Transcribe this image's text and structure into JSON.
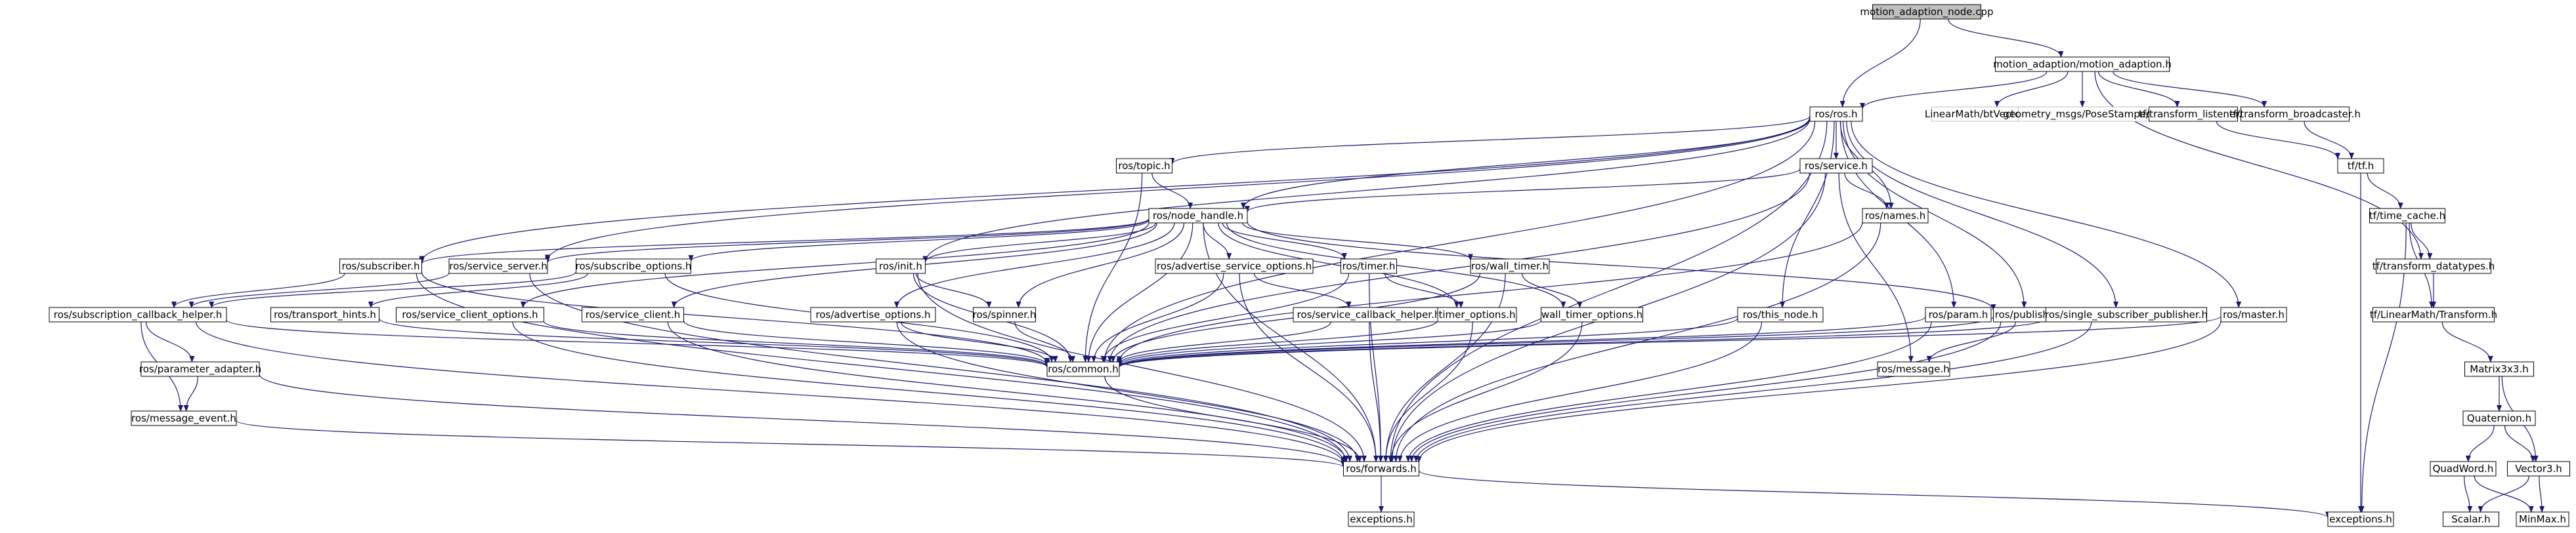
{
  "diagram": {
    "colors": {
      "edge": "#191970",
      "node_border": "#000000",
      "missing_border": "#bfbfbf",
      "root_fill": "#bfbfbf",
      "node_fill": "#ffffff",
      "text": "#000000"
    },
    "nodes": [
      {
        "id": "root",
        "label": "motion_adaption_node.cpp",
        "style": "root"
      },
      {
        "id": "ma_h",
        "label": "motion_adaption/motion_adaption.h",
        "style": "normal"
      },
      {
        "id": "ros_h",
        "label": "ros/ros.h",
        "style": "normal"
      },
      {
        "id": "vec3_bt",
        "label": "LinearMath/btVector3.h",
        "style": "missing"
      },
      {
        "id": "pose",
        "label": "geometry_msgs/PoseStamped.h",
        "style": "missing"
      },
      {
        "id": "tf_listener",
        "label": "tf/transform_listener.h",
        "style": "normal"
      },
      {
        "id": "tf_broadcaster",
        "label": "tf/transform_broadcaster.h",
        "style": "normal"
      },
      {
        "id": "tf_h",
        "label": "tf/tf.h",
        "style": "normal"
      },
      {
        "id": "time_cache",
        "label": "tf/time_cache.h",
        "style": "normal"
      },
      {
        "id": "tf_datatypes",
        "label": "tf/transform_datatypes.h",
        "style": "normal"
      },
      {
        "id": "lm_transform",
        "label": "tf/LinearMath/Transform.h",
        "style": "normal"
      },
      {
        "id": "matrix3x3",
        "label": "Matrix3x3.h",
        "style": "normal"
      },
      {
        "id": "quaternion",
        "label": "Quaternion.h",
        "style": "normal"
      },
      {
        "id": "quadword",
        "label": "QuadWord.h",
        "style": "normal"
      },
      {
        "id": "vector3",
        "label": "Vector3.h",
        "style": "normal"
      },
      {
        "id": "scalar",
        "label": "Scalar.h",
        "style": "normal"
      },
      {
        "id": "minmax",
        "label": "MinMax.h",
        "style": "normal"
      },
      {
        "id": "exceptions_tf",
        "label": "exceptions.h",
        "style": "normal"
      },
      {
        "id": "topic",
        "label": "ros/topic.h",
        "style": "normal"
      },
      {
        "id": "service",
        "label": "ros/service.h",
        "style": "normal"
      },
      {
        "id": "names",
        "label": "ros/names.h",
        "style": "normal"
      },
      {
        "id": "node_handle",
        "label": "ros/node_handle.h",
        "style": "normal"
      },
      {
        "id": "subscriber",
        "label": "ros/subscriber.h",
        "style": "normal"
      },
      {
        "id": "service_server",
        "label": "ros/service_server.h",
        "style": "normal"
      },
      {
        "id": "subscribe_options",
        "label": "ros/subscribe_options.h",
        "style": "normal"
      },
      {
        "id": "init",
        "label": "ros/init.h",
        "style": "normal"
      },
      {
        "id": "adv_srv_opts",
        "label": "ros/advertise_service_options.h",
        "style": "normal"
      },
      {
        "id": "timer",
        "label": "ros/timer.h",
        "style": "normal"
      },
      {
        "id": "wall_timer",
        "label": "ros/wall_timer.h",
        "style": "normal"
      },
      {
        "id": "this_node",
        "label": "ros/this_node.h",
        "style": "normal"
      },
      {
        "id": "param",
        "label": "ros/param.h",
        "style": "normal"
      },
      {
        "id": "publisher",
        "label": "ros/publisher.h",
        "style": "normal"
      },
      {
        "id": "single_sub_pub",
        "label": "ros/single_subscriber_publisher.h",
        "style": "normal"
      },
      {
        "id": "master",
        "label": "ros/master.h",
        "style": "normal"
      },
      {
        "id": "sub_cb_helper",
        "label": "ros/subscription_callback_helper.h",
        "style": "normal"
      },
      {
        "id": "transport_hints",
        "label": "ros/transport_hints.h",
        "style": "normal"
      },
      {
        "id": "srv_client_opts",
        "label": "ros/service_client_options.h",
        "style": "normal"
      },
      {
        "id": "service_client",
        "label": "ros/service_client.h",
        "style": "normal"
      },
      {
        "id": "adv_opts",
        "label": "ros/advertise_options.h",
        "style": "normal"
      },
      {
        "id": "spinner",
        "label": "ros/spinner.h",
        "style": "normal"
      },
      {
        "id": "srv_cb_helper",
        "label": "ros/service_callback_helper.h",
        "style": "normal"
      },
      {
        "id": "timer_opts",
        "label": "timer_options.h",
        "style": "normal"
      },
      {
        "id": "wall_timer_opts",
        "label": "wall_timer_options.h",
        "style": "normal"
      },
      {
        "id": "param_adapter",
        "label": "ros/parameter_adapter.h",
        "style": "normal"
      },
      {
        "id": "message_event",
        "label": "ros/message_event.h",
        "style": "normal"
      },
      {
        "id": "common",
        "label": "ros/common.h",
        "style": "normal"
      },
      {
        "id": "message",
        "label": "ros/message.h",
        "style": "normal"
      },
      {
        "id": "forwards",
        "label": "ros/forwards.h",
        "style": "normal"
      },
      {
        "id": "exceptions_ros",
        "label": "exceptions.h",
        "style": "normal"
      }
    ],
    "edges": [
      [
        "root",
        "ma_h"
      ],
      [
        "root",
        "ros_h"
      ],
      [
        "ma_h",
        "ros_h"
      ],
      [
        "ma_h",
        "vec3_bt"
      ],
      [
        "ma_h",
        "pose"
      ],
      [
        "ma_h",
        "tf_listener"
      ],
      [
        "ma_h",
        "tf_broadcaster"
      ],
      [
        "ma_h",
        "tf_datatypes"
      ],
      [
        "tf_listener",
        "tf_h"
      ],
      [
        "tf_broadcaster",
        "tf_h"
      ],
      [
        "tf_h",
        "time_cache"
      ],
      [
        "tf_h",
        "exceptions_tf"
      ],
      [
        "time_cache",
        "tf_datatypes"
      ],
      [
        "time_cache",
        "lm_transform"
      ],
      [
        "time_cache",
        "exceptions_tf"
      ],
      [
        "tf_datatypes",
        "lm_transform"
      ],
      [
        "lm_transform",
        "matrix3x3"
      ],
      [
        "matrix3x3",
        "quaternion"
      ],
      [
        "matrix3x3",
        "vector3"
      ],
      [
        "quaternion",
        "quadword"
      ],
      [
        "quaternion",
        "vector3"
      ],
      [
        "quadword",
        "scalar"
      ],
      [
        "quadword",
        "minmax"
      ],
      [
        "vector3",
        "scalar"
      ],
      [
        "vector3",
        "minmax"
      ],
      [
        "ros_h",
        "topic"
      ],
      [
        "ros_h",
        "service"
      ],
      [
        "ros_h",
        "names"
      ],
      [
        "ros_h",
        "node_handle"
      ],
      [
        "ros_h",
        "subscriber"
      ],
      [
        "ros_h",
        "service_server"
      ],
      [
        "ros_h",
        "init"
      ],
      [
        "ros_h",
        "this_node"
      ],
      [
        "ros_h",
        "param"
      ],
      [
        "ros_h",
        "publisher"
      ],
      [
        "ros_h",
        "single_sub_pub"
      ],
      [
        "ros_h",
        "master"
      ],
      [
        "ros_h",
        "common"
      ],
      [
        "ros_h",
        "forwards"
      ],
      [
        "topic",
        "node_handle"
      ],
      [
        "topic",
        "common"
      ],
      [
        "service",
        "node_handle"
      ],
      [
        "service",
        "names"
      ],
      [
        "service",
        "common"
      ],
      [
        "service",
        "message"
      ],
      [
        "service",
        "forwards"
      ],
      [
        "names",
        "common"
      ],
      [
        "names",
        "forwards"
      ],
      [
        "node_handle",
        "subscriber"
      ],
      [
        "node_handle",
        "service_server"
      ],
      [
        "node_handle",
        "subscribe_options"
      ],
      [
        "node_handle",
        "init"
      ],
      [
        "node_handle",
        "adv_srv_opts"
      ],
      [
        "node_handle",
        "timer"
      ],
      [
        "node_handle",
        "wall_timer"
      ],
      [
        "node_handle",
        "publisher"
      ],
      [
        "node_handle",
        "srv_client_opts"
      ],
      [
        "node_handle",
        "service_client"
      ],
      [
        "node_handle",
        "adv_opts"
      ],
      [
        "node_handle",
        "spinner"
      ],
      [
        "node_handle",
        "timer_opts"
      ],
      [
        "node_handle",
        "wall_timer_opts"
      ],
      [
        "node_handle",
        "common"
      ],
      [
        "node_handle",
        "forwards"
      ],
      [
        "subscriber",
        "sub_cb_helper"
      ],
      [
        "subscriber",
        "common"
      ],
      [
        "subscriber",
        "forwards"
      ],
      [
        "service_server",
        "sub_cb_helper"
      ],
      [
        "service_server",
        "forwards"
      ],
      [
        "subscribe_options",
        "sub_cb_helper"
      ],
      [
        "subscribe_options",
        "transport_hints"
      ],
      [
        "subscribe_options",
        "common"
      ],
      [
        "init",
        "spinner"
      ],
      [
        "init",
        "common"
      ],
      [
        "init",
        "forwards"
      ],
      [
        "adv_srv_opts",
        "srv_cb_helper"
      ],
      [
        "adv_srv_opts",
        "common"
      ],
      [
        "adv_srv_opts",
        "forwards"
      ],
      [
        "timer",
        "timer_opts"
      ],
      [
        "timer",
        "common"
      ],
      [
        "timer",
        "forwards"
      ],
      [
        "wall_timer",
        "wall_timer_opts"
      ],
      [
        "wall_timer",
        "common"
      ],
      [
        "wall_timer",
        "forwards"
      ],
      [
        "publisher",
        "message"
      ],
      [
        "publisher",
        "common"
      ],
      [
        "publisher",
        "forwards"
      ],
      [
        "this_node",
        "common"
      ],
      [
        "this_node",
        "forwards"
      ],
      [
        "param",
        "common"
      ],
      [
        "param",
        "forwards"
      ],
      [
        "single_sub_pub",
        "common"
      ],
      [
        "single_sub_pub",
        "forwards"
      ],
      [
        "master",
        "common"
      ],
      [
        "master",
        "forwards"
      ],
      [
        "sub_cb_helper",
        "param_adapter"
      ],
      [
        "sub_cb_helper",
        "message_event"
      ],
      [
        "sub_cb_helper",
        "common"
      ],
      [
        "sub_cb_helper",
        "forwards"
      ],
      [
        "param_adapter",
        "message_event"
      ],
      [
        "param_adapter",
        "forwards"
      ],
      [
        "message_event",
        "forwards"
      ],
      [
        "transport_hints",
        "common"
      ],
      [
        "srv_client_opts",
        "common"
      ],
      [
        "srv_client_opts",
        "forwards"
      ],
      [
        "service_client",
        "common"
      ],
      [
        "service_client",
        "forwards"
      ],
      [
        "adv_opts",
        "common"
      ],
      [
        "adv_opts",
        "forwards"
      ],
      [
        "spinner",
        "common"
      ],
      [
        "srv_cb_helper",
        "common"
      ],
      [
        "srv_cb_helper",
        "forwards"
      ],
      [
        "timer_opts",
        "common"
      ],
      [
        "timer_opts",
        "forwards"
      ],
      [
        "wall_timer_opts",
        "common"
      ],
      [
        "wall_timer_opts",
        "forwards"
      ],
      [
        "common",
        "forwards"
      ],
      [
        "forwards",
        "exceptions_ros"
      ],
      [
        "forwards",
        "exceptions_tf"
      ]
    ]
  }
}
